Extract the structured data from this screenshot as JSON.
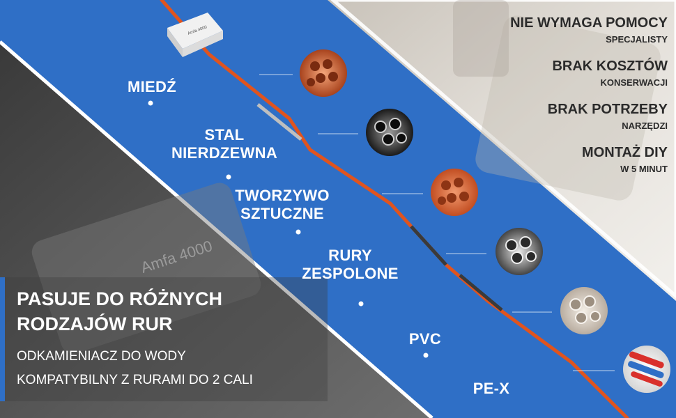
{
  "colors": {
    "brand_blue": "#2f6fc6",
    "cable_orange": "#e0541e",
    "text_dark": "#2b2b2b",
    "text_light": "#ffffff"
  },
  "device": {
    "label": "Amfa 4000"
  },
  "pipe_types": [
    {
      "lines": [
        "MIEDŹ"
      ],
      "icon": "copper-pipes-icon"
    },
    {
      "lines": [
        "STAL",
        "NIERDZEWNA"
      ],
      "icon": "steel-pipes-icon"
    },
    {
      "lines": [
        "TWORZYWO",
        "SZTUCZNE"
      ],
      "icon": "plastic-pipes-icon"
    },
    {
      "lines": [
        "RURY",
        "ZESPOLONE"
      ],
      "icon": "composite-pipes-icon"
    },
    {
      "lines": [
        "PVC"
      ],
      "icon": "pvc-pipes-icon"
    },
    {
      "lines": [
        "PE-X"
      ],
      "icon": "pex-pipes-icon"
    }
  ],
  "features": [
    {
      "title": "NIE WYMAGA POMOCY",
      "sub": "SPECJALISTY"
    },
    {
      "title": "BRAK KOSZTÓW",
      "sub": "KONSERWACJI"
    },
    {
      "title": "BRAK POTRZEBY",
      "sub": "NARZĘDZI"
    },
    {
      "title": "MONTAŻ DIY",
      "sub": "W 5 MINUT"
    }
  ],
  "headline": {
    "line1": "PASUJE DO RÓŻNYCH",
    "line2": "RODZAJÓW RUR"
  },
  "subline": {
    "line1": "ODKAMIENIACZ DO WODY",
    "line2": "KOMPATYBILNY Z RURAMI DO 2 CALI"
  }
}
